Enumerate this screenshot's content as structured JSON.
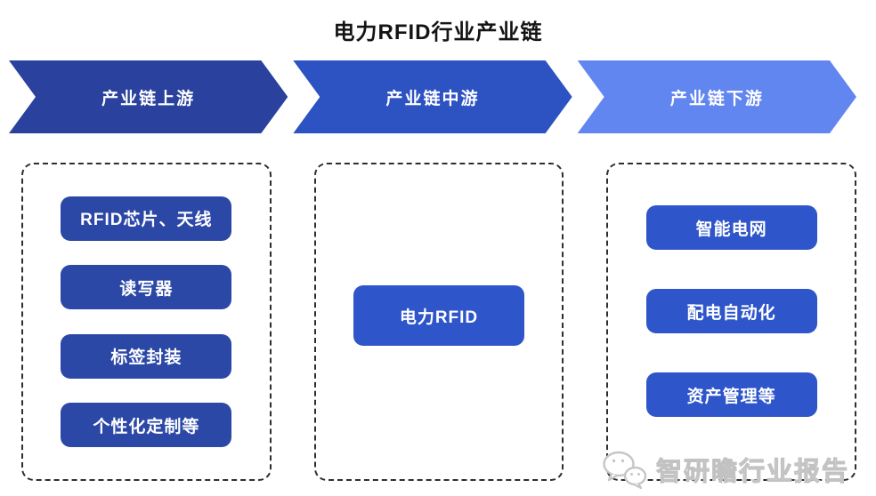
{
  "title": "电力RFID行业产业链",
  "columns": [
    {
      "id": "upstream",
      "arrow_label": "产业链上游",
      "arrow_color": "#2a429e",
      "item_color": "#2c48a6",
      "items": [
        "RFID芯片、天线",
        "读写器",
        "标签封装",
        "个性化定制等"
      ]
    },
    {
      "id": "midstream",
      "arrow_label": "产业链中游",
      "arrow_color": "#2d52c2",
      "item_color": "#2e55c9",
      "items": [
        "电力RFID"
      ]
    },
    {
      "id": "downstream",
      "arrow_label": "产业链下游",
      "arrow_color": "#6286ef",
      "item_color": "#2e55c9",
      "items": [
        "智能电网",
        "配电自动化",
        "资产管理等"
      ]
    }
  ],
  "watermark": {
    "icon": "wechat-icon",
    "text": "智研瞻行业报告",
    "color": "#c9c9c9"
  }
}
